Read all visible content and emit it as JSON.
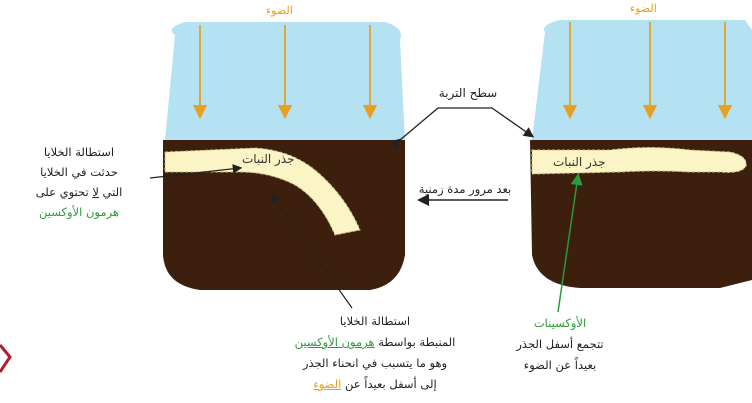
{
  "light_label_left": "الضوء",
  "light_label_right": "الضوء",
  "soil_surface_label": "سطح التربة",
  "root_label_left": "جذر النبات",
  "root_label_right": "جذر النبات",
  "time_label": "بعد مرور مدة زمنية",
  "left_note": {
    "line1": "استطالة الخلايا",
    "line2": "حدثت في الخلايا",
    "line3_pre": "التي",
    "line3_neg": "لا",
    "line3_post": "تحتوي على",
    "line4": "هرمون الأوكسين"
  },
  "bottom_note": {
    "line1": "استطالة الخلايا",
    "line2_pre": "المنبطة بواسطة",
    "line2_hl": "هرمون الأوكسين",
    "line3": "وهو ما يتسبب في انحناء الجذر",
    "line4_pre": "إلى أسفل بعيداً عن",
    "line4_hl": "الضوء"
  },
  "auxin_note": {
    "line1": "الأوكسينات",
    "line2": "تتجمع أسفل الجذر",
    "line3": "بعيداً عن الضوء"
  },
  "colors": {
    "sky": "#b4e2f2",
    "soil": "#3d1f0e",
    "root": "#fbf4c4",
    "arrow": "#e8a020",
    "auxin": "#2e9a3c"
  }
}
